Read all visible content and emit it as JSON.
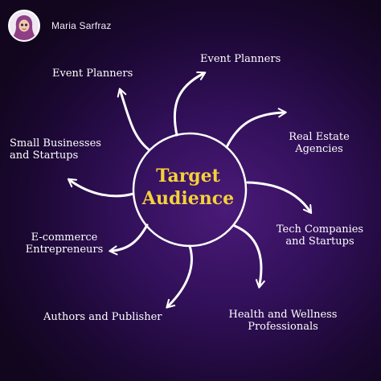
{
  "author": {
    "name": "Maria Sarfraz"
  },
  "center": {
    "line1": "Target",
    "line2": "Audience"
  },
  "labels": {
    "event_planners_left": "Event Planners",
    "event_planners_right": "Event Planners",
    "real_estate_1": "Real Estate",
    "real_estate_2": "Agencies",
    "small_business_1": "Small Businesses",
    "small_business_2": "and Startups",
    "tech_1": "Tech Companies",
    "tech_2": "and Startups",
    "ecommerce_1": "E-commerce",
    "ecommerce_2": "Entrepreneurs",
    "authors": "Authors and Publisher",
    "health_1": "Health and Wellness",
    "health_2": "Professionals"
  },
  "colors": {
    "title": "#f6d13a",
    "text": "#ffffff",
    "background_dark": "#1a0a2e",
    "background_accent": "#4a1a78"
  }
}
